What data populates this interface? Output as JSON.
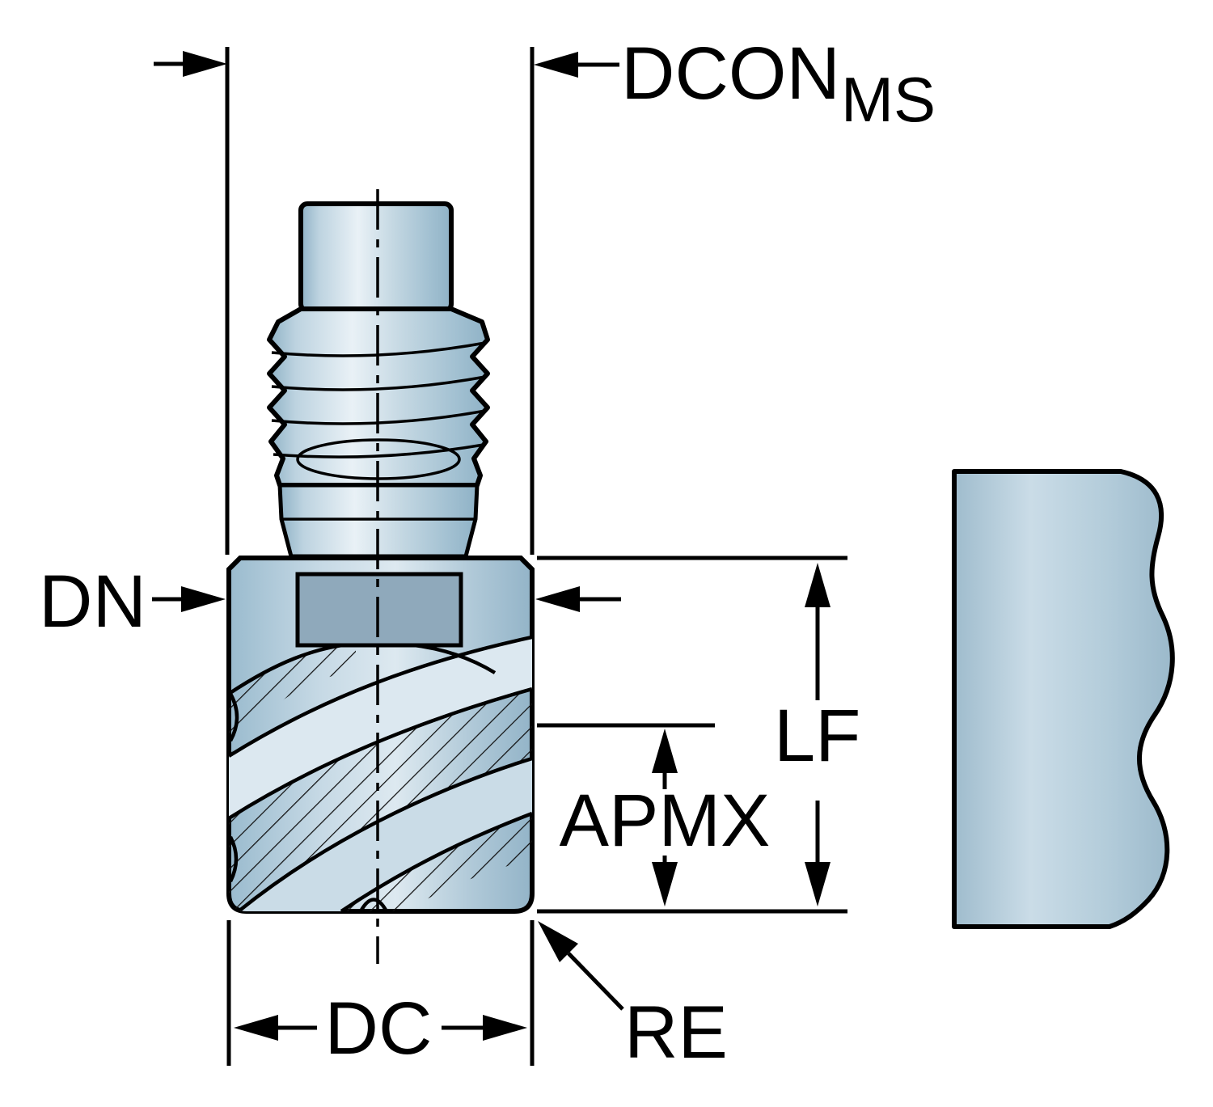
{
  "diagram": {
    "labels": {
      "dcon": "DCON",
      "dcon_sub": "MS",
      "dn": "DN",
      "lf": "LF",
      "apmx": "APMX",
      "dc": "DC",
      "re": "RE"
    },
    "colors": {
      "background": "#ffffff",
      "outline": "#000000",
      "body_highlight": "#e9f1f6",
      "body_mid": "#b9d0de",
      "body_shadow": "#8fb2c6",
      "recess": "#8fa9bb"
    }
  }
}
